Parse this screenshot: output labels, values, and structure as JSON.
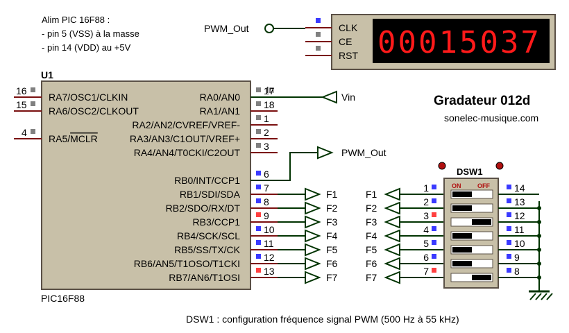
{
  "notes": [
    "Alim PIC 16F88 :",
    "- pin 5 (VSS) à la masse",
    "- pin 14 (VDD) au +5V"
  ],
  "counter": {
    "value": "00015037",
    "pins": [
      "CLK",
      "CE",
      "RST"
    ]
  },
  "labels": {
    "pwm_out": "PWM_Out",
    "vin": "Vin",
    "in_tag": "In"
  },
  "title": "Gradateur 012d",
  "website": "sonelec-musique.com",
  "chip": {
    "ref": "U1",
    "model": "PIC16F88",
    "left_pins": [
      {
        "num": "16",
        "name": "RA7/OSC1/CLKIN"
      },
      {
        "num": "15",
        "name": "RA6/OSC2/CLKOUT"
      },
      {
        "num": "4",
        "name_prefix": "RA5/",
        "name_overline": "MCLR"
      }
    ],
    "right_pins": [
      {
        "num": "17",
        "name": "RA0/AN0",
        "marker": "grey"
      },
      {
        "num": "18",
        "name": "RA1/AN1",
        "marker": "grey"
      },
      {
        "num": "1",
        "name": "RA2/AN2/CVREF/VREF-",
        "marker": "grey"
      },
      {
        "num": "2",
        "name": "RA3/AN3/C1OUT/VREF+",
        "marker": "grey"
      },
      {
        "num": "3",
        "name": "RA4/AN4/T0CKI/C2OUT",
        "marker": "grey"
      },
      {
        "num": "6",
        "name": "RB0/INT/CCP1",
        "marker": "blue"
      },
      {
        "num": "7",
        "name": "RB1/SDI/SDA",
        "marker": "blue"
      },
      {
        "num": "8",
        "name": "RB2/SDO/RX/DT",
        "marker": "blue"
      },
      {
        "num": "9",
        "name": "RB3/CCP1",
        "marker": "red"
      },
      {
        "num": "10",
        "name": "RB4/SCK/SCL",
        "marker": "blue"
      },
      {
        "num": "11",
        "name": "RB5/SS/TX/CK",
        "marker": "blue"
      },
      {
        "num": "12",
        "name": "RB6/AN5/T1OSO/T1CKI",
        "marker": "blue"
      },
      {
        "num": "13",
        "name": "RB7/AN6/T1OSI",
        "marker": "red"
      }
    ]
  },
  "f_labels": [
    "F1",
    "F2",
    "F3",
    "F4",
    "F5",
    "F6",
    "F7"
  ],
  "dsw": {
    "ref": "DSW1",
    "on_label": "ON",
    "off_label": "OFF",
    "switches": [
      {
        "left": "1",
        "right": "14",
        "state": "on",
        "left_marker": "blue"
      },
      {
        "left": "2",
        "right": "13",
        "state": "on",
        "left_marker": "blue"
      },
      {
        "left": "3",
        "right": "12",
        "state": "off",
        "left_marker": "red"
      },
      {
        "left": "4",
        "right": "11",
        "state": "on",
        "left_marker": "blue"
      },
      {
        "left": "5",
        "right": "10",
        "state": "on",
        "left_marker": "blue"
      },
      {
        "left": "6",
        "right": "9",
        "state": "on",
        "left_marker": "blue"
      },
      {
        "left": "7",
        "right": "8",
        "state": "off",
        "left_marker": "red"
      }
    ]
  },
  "colors": {
    "wire": "#003300",
    "chip_fill": "#c8c0a8",
    "marker_blue": "#3a3aff",
    "marker_red": "#ff4040",
    "marker_grey": "#808080",
    "segment_red": "#ff1a1a"
  },
  "caption": "DSW1 : configuration fréquence signal PWM (500 Hz à 55 kHz)"
}
